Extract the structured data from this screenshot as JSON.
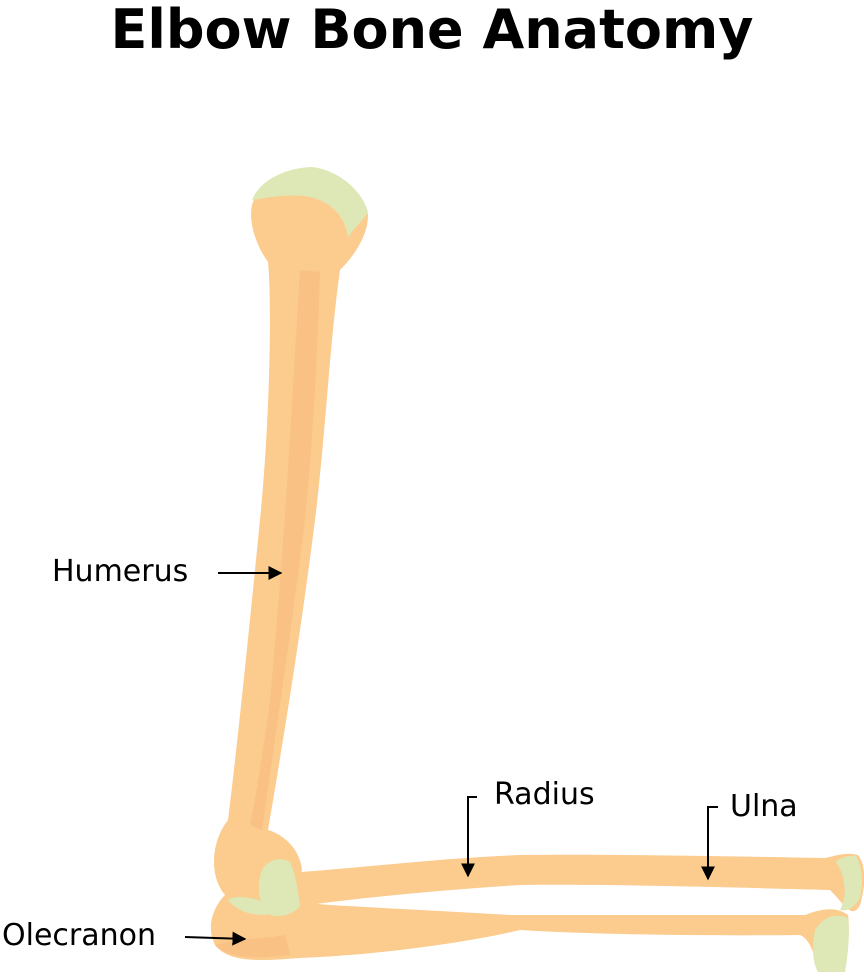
{
  "title": "Elbow Bone Anatomy",
  "labels": {
    "humerus": "Humerus",
    "radius": "Radius",
    "ulna": "Ulna",
    "olecranon": "Olecranon"
  },
  "colors": {
    "bone": "#FCCB8E",
    "bone_shade": "#F6B877",
    "cartilage": "#DEE8B6",
    "text": "#000000"
  }
}
